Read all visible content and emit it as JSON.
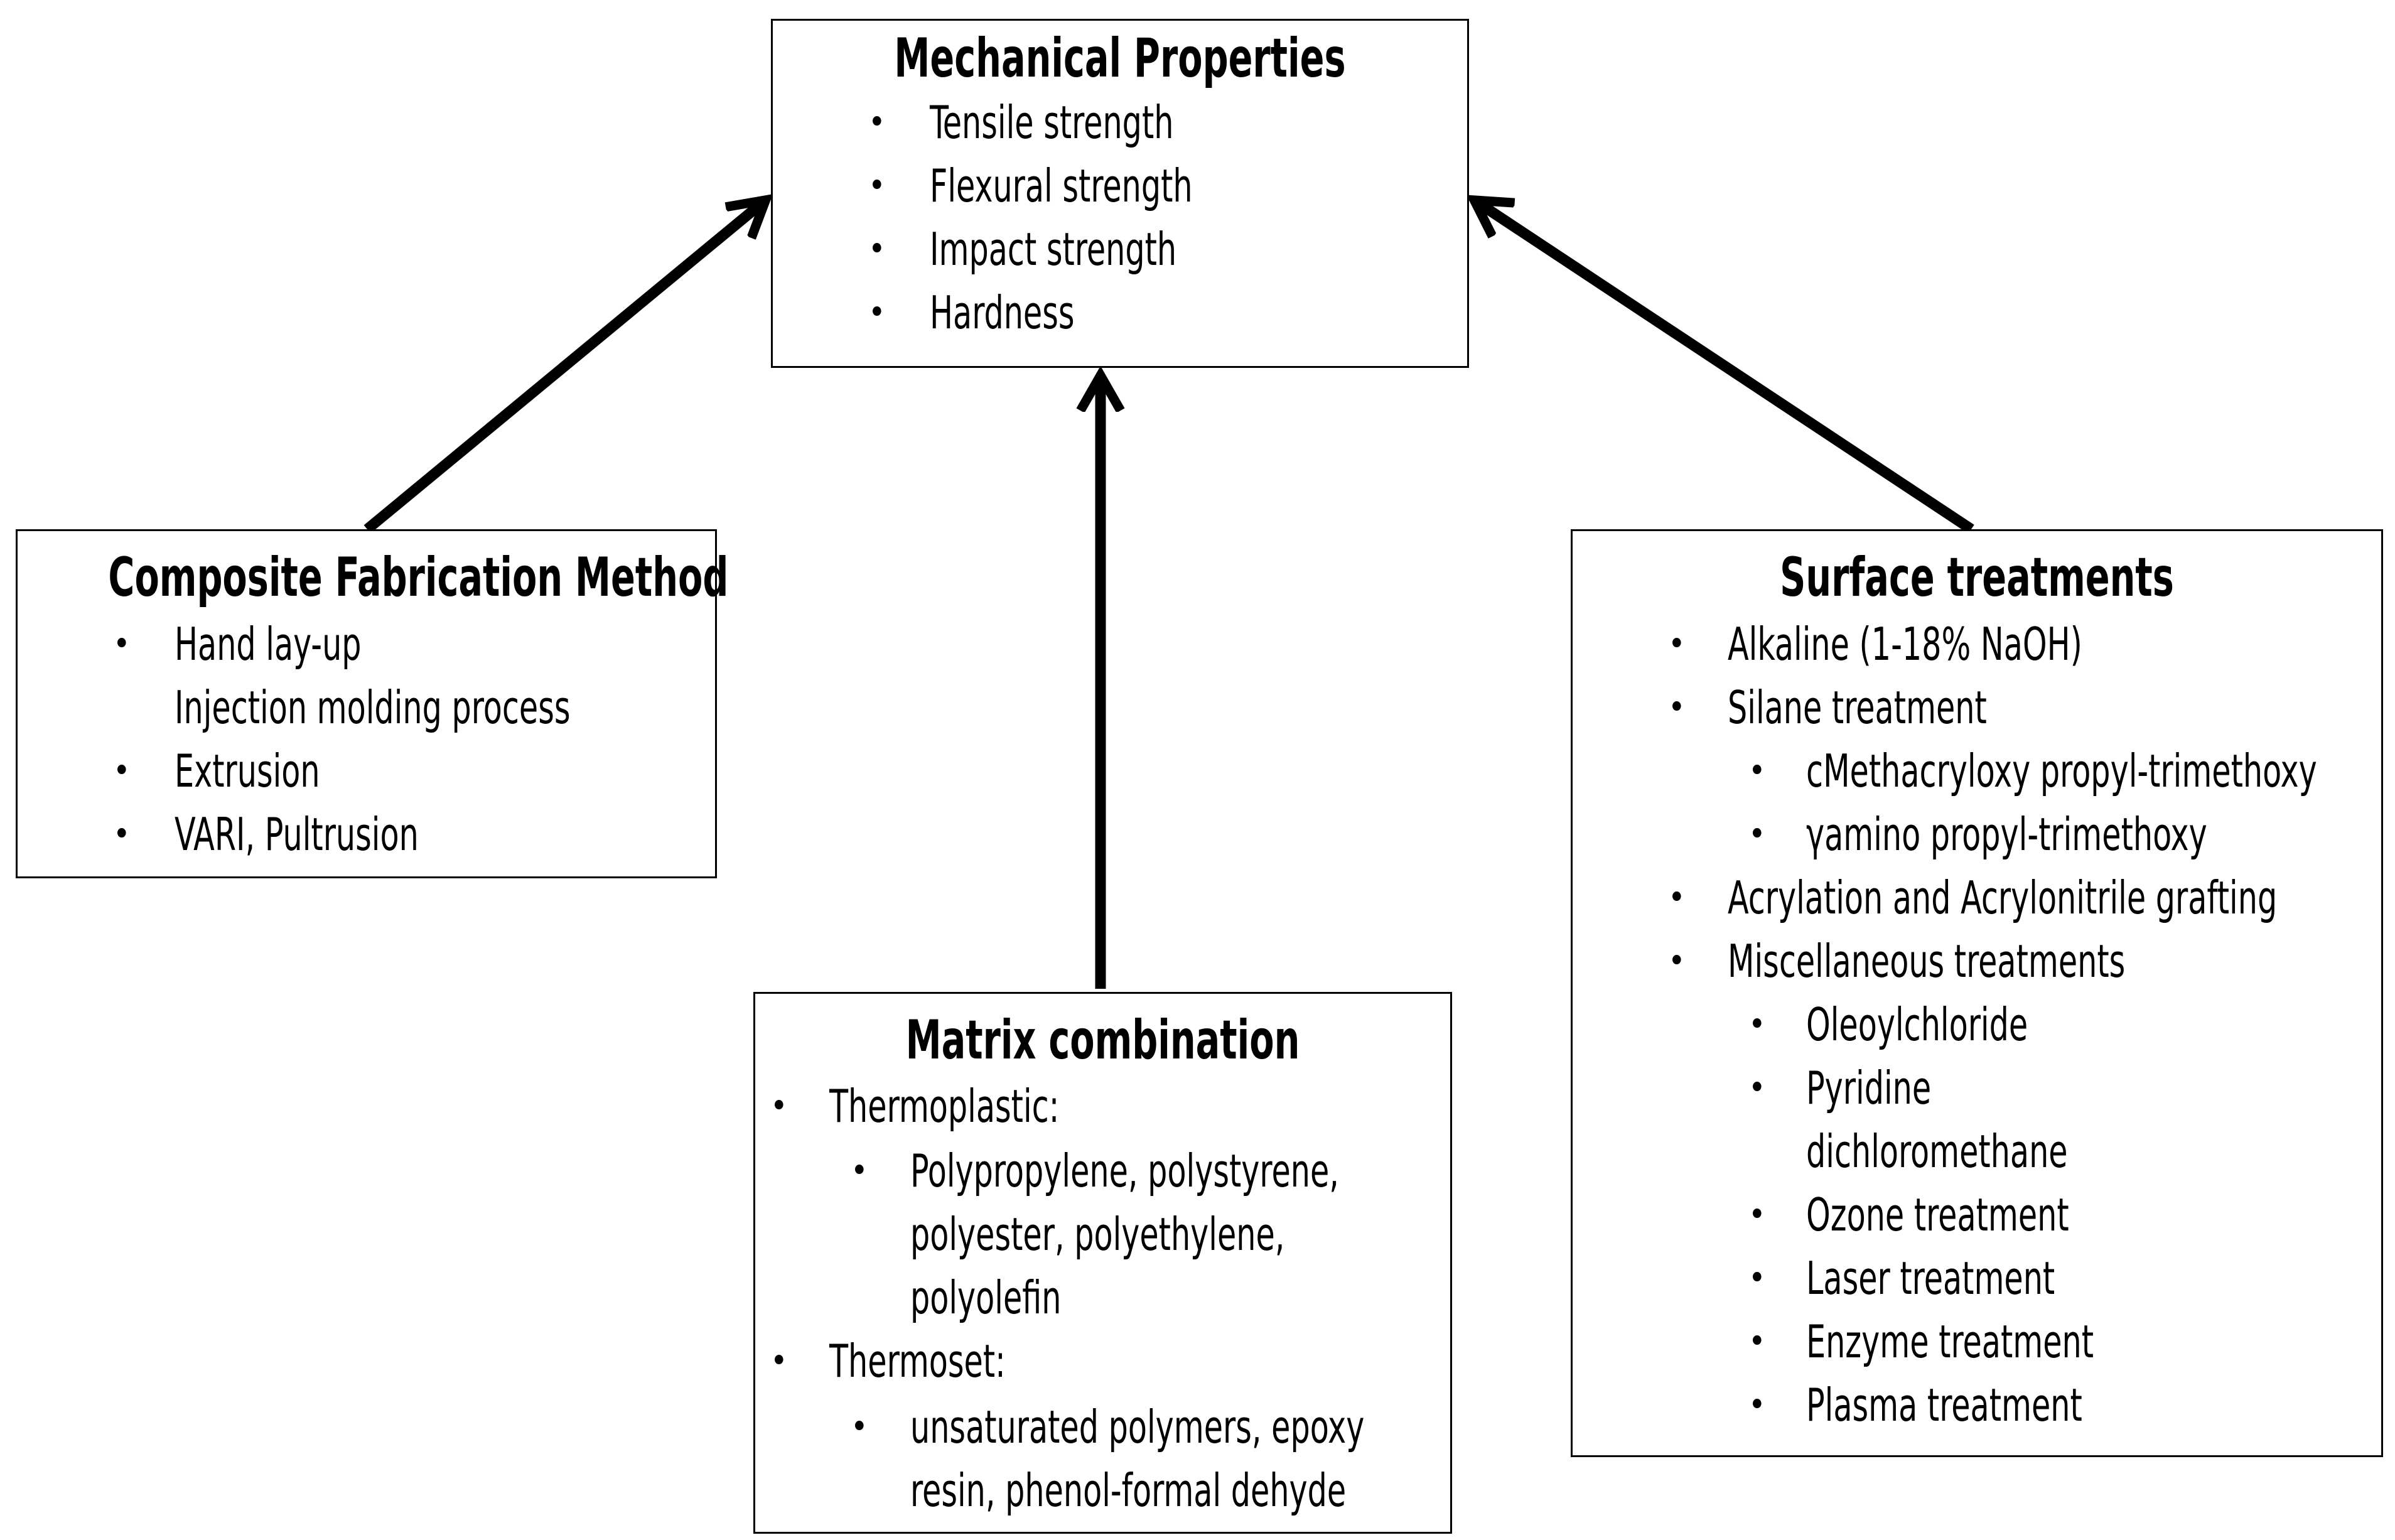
{
  "mechanical": {
    "title": "Mechanical Properties",
    "items": [
      "Tensile strength",
      "Flexural strength",
      "Impact strength",
      "Hardness"
    ]
  },
  "fabrication": {
    "title": "Composite Fabrication Method",
    "items": [
      "Hand lay-up",
      "Injection molding process",
      "Extrusion",
      "VARI, Pultrusion"
    ]
  },
  "matrix": {
    "title": "Matrix combination",
    "thermoplastic": {
      "label": "Thermoplastic:",
      "lines": [
        "Polypropylene, polystyrene,",
        "polyester, polyethylene,",
        "polyolefin"
      ]
    },
    "thermoset": {
      "label": "Thermoset:",
      "lines": [
        "unsaturated polymers, epoxy",
        "resin, phenol-formal dehyde"
      ]
    }
  },
  "surface": {
    "title": "Surface treatments",
    "alkaline": "Alkaline (1-18% NaOH)",
    "silane": {
      "label": "Silane treatment",
      "sub": [
        "cMethacryloxy propyl-trimethoxy",
        "γamino propyl-trimethoxy"
      ]
    },
    "acrylation": "Acrylation and Acrylonitrile grafting",
    "misc": {
      "label": "Miscellaneous treatments",
      "sub": [
        "Oleoylchloride",
        "Pyridine",
        "dichloromethane",
        "Ozone treatment",
        "Laser treatment",
        "Enzyme treatment",
        "Plasma treatment"
      ]
    }
  },
  "bullet_char": "•",
  "colors": {
    "line": "#000000",
    "background": "#ffffff"
  }
}
